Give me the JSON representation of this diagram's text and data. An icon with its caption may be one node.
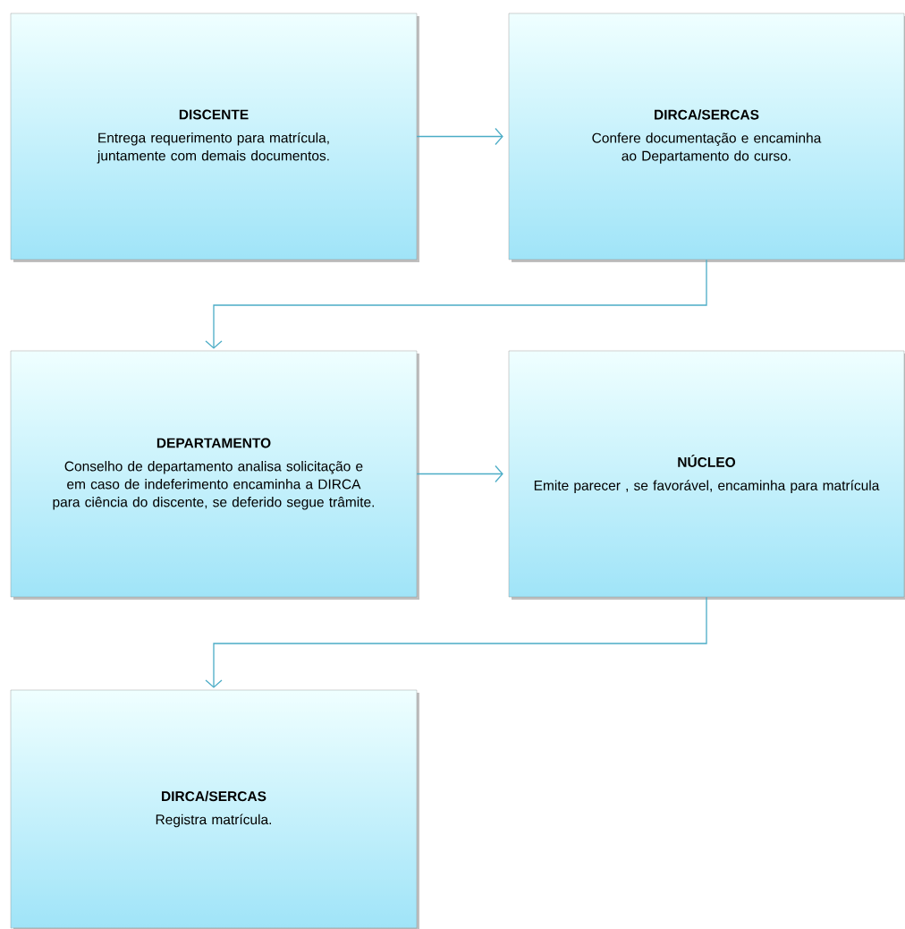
{
  "diagram": {
    "nodes": [
      {
        "text": [
          "DISCENTE",
          "Entrega requerimento para matrícula, juntamente com demais documentos."
        ]
      },
      {
        "text": [
          "DIRCA/SERCAS",
          "Confere documentação e encaminha ao Departamento do curso."
        ]
      },
      {
        "text": [
          "DEPARTAMENTO",
          "Conselho de departamento analisa solicitação e em caso de indeferimento encaminha a DIRCA para ciência do discente, se deferido segue trâmite."
        ]
      },
      {
        "text": [
          "NÚCLEO",
          "Emite parecer , se favorável, encaminha para matrícula"
        ]
      },
      {
        "text": [
          "DIRCA/SERCAS",
          "Registra matrícula."
        ]
      }
    ],
    "edges": [
      {
        "from": 0,
        "to": 1,
        "arrow": "to"
      },
      {
        "from": 1,
        "to": 2,
        "arrow": "to"
      },
      {
        "from": 2,
        "to": 3,
        "arrow": "to"
      },
      {
        "from": 3,
        "to": 4,
        "arrow": "to"
      }
    ]
  }
}
